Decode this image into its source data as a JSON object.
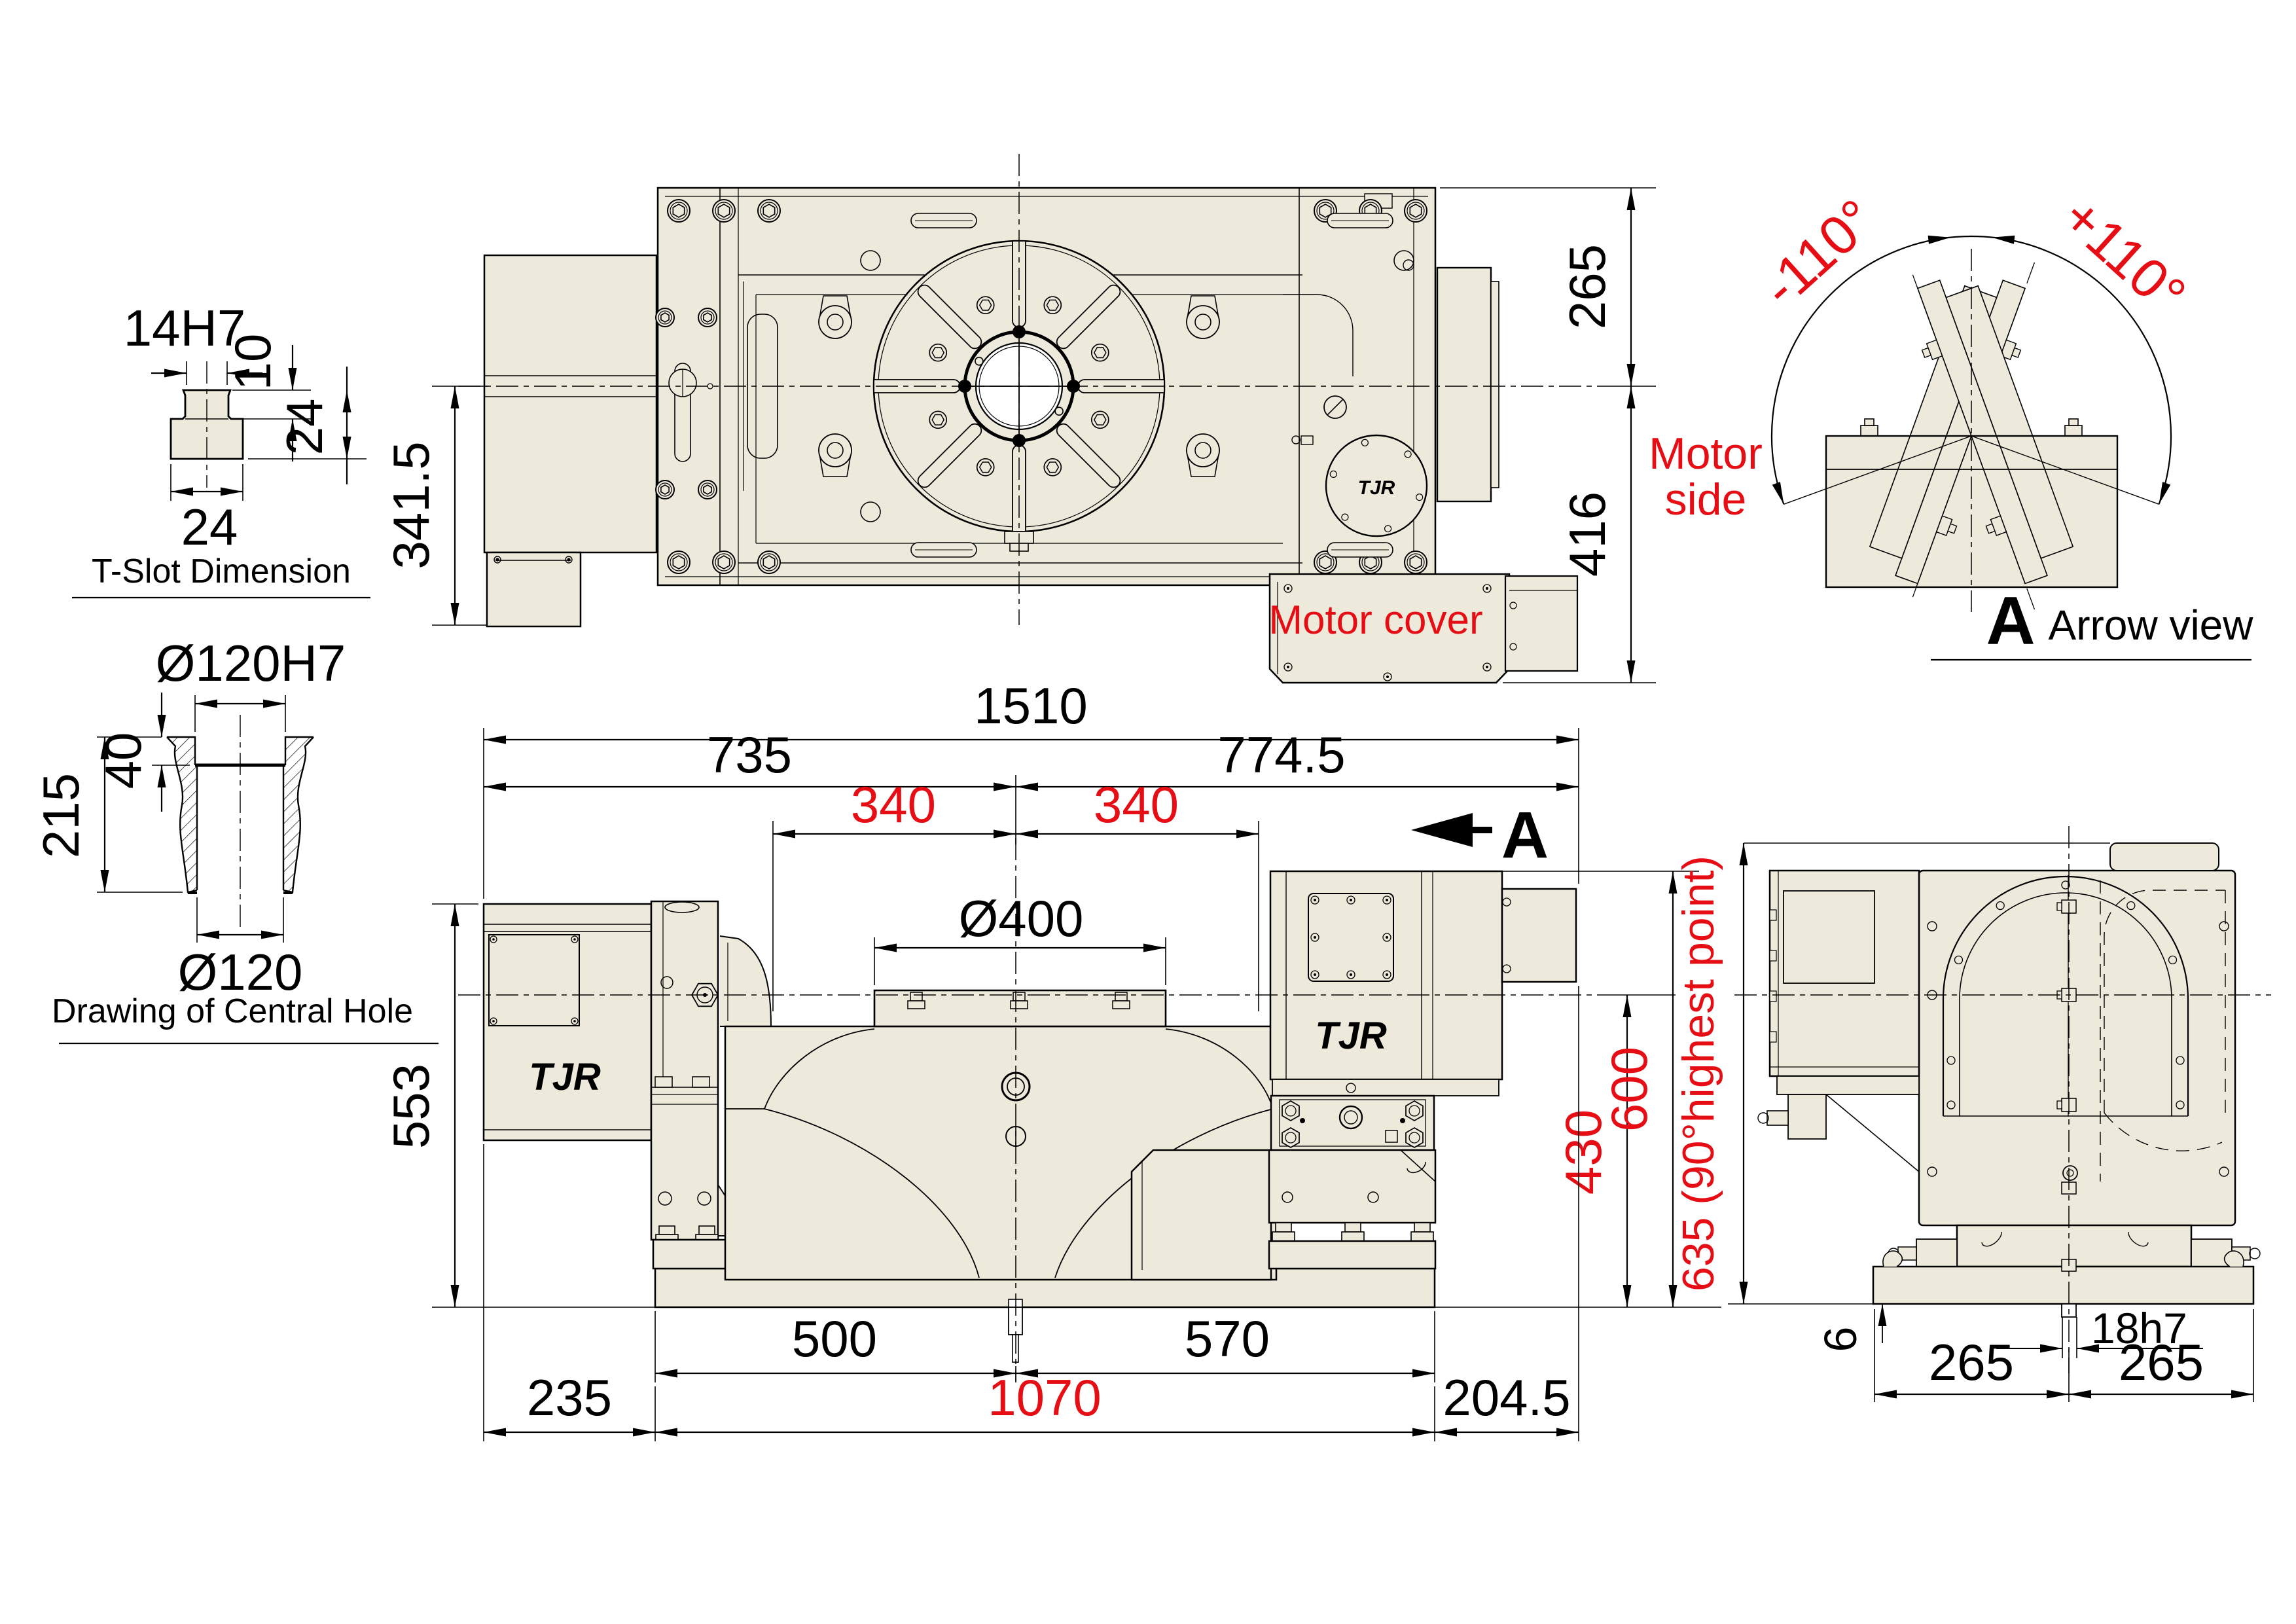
{
  "theme": {
    "background": "#ffffff",
    "body_fill": "#edeadc",
    "line_color": "#000000",
    "accent_red": "#e60e14"
  },
  "details": {
    "t_slot": {
      "title": "T-Slot Dimension",
      "dim_slot_width": "14H7",
      "dim_neck_depth": "10",
      "dim_total_depth": "24",
      "dim_base_width": "24"
    },
    "central_hole": {
      "title": "Drawing of Central Hole",
      "dim_bore": "Ø120H7",
      "dim_bore_depth": "40",
      "dim_total_depth": "215",
      "dim_bottom": "Ø120"
    }
  },
  "top_view": {
    "dim_front": "341.5",
    "dim_rear": "265",
    "dim_front_total": "416",
    "motor_cover_label": "Motor cover",
    "logo": "TJR"
  },
  "arrow_view": {
    "angle_ccw": "-110°",
    "angle_cw": "+110°",
    "motor_side_line1": "Motor",
    "motor_side_line2": "side",
    "letter": "A",
    "title": "Arrow view"
  },
  "front_view": {
    "dim_total_width": "1510",
    "dim_left": "735",
    "dim_right": "774.5",
    "dim_slot_left": "340",
    "dim_slot_right": "340",
    "dim_table": "Ø400",
    "dim_height": "553",
    "dim_center_height": "430",
    "dim_top_height": "600",
    "dim_base_left": "500",
    "dim_base_right": "570",
    "dim_overhang_left": "235",
    "dim_base_width": "1070",
    "dim_overhang_right": "204.5",
    "section_letter": "A",
    "logo_left": "TJR",
    "logo_right": "TJR"
  },
  "side_view": {
    "dim_height": "635 (90°highest point)",
    "dim_key_offset": "6",
    "dim_key": "18h7",
    "dim_base_left": "265",
    "dim_base_right": "265"
  }
}
